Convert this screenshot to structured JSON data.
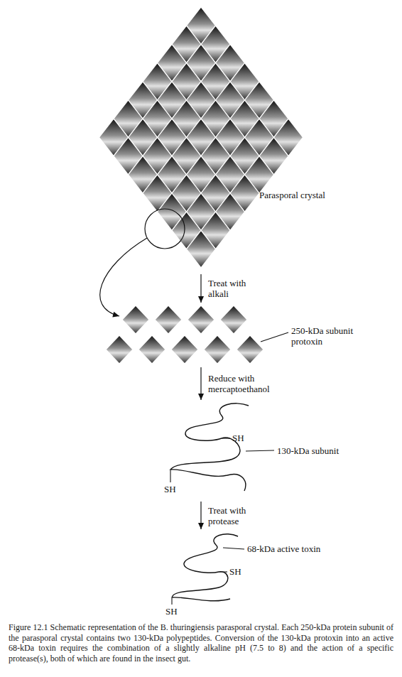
{
  "diagram": {
    "caption": "Figure 12.1 Schematic representation of the B. thuringiensis parasporal crystal. Each 250-kDa protein subunit of the parasporal crystal contains two 130-kDa polypeptides. Conversion of the 130-kDa protoxin into an active 68-kDa toxin requires the combination of a slightly alkaline pH (7.5 to 8) and the action of a specific protease(s), both of which are found in the insect gut.",
    "nodes": [
      {
        "text": [
          "Parasporal crystal"
        ]
      },
      {
        "text": [
          "250-kDa subunit protoxin"
        ]
      },
      {
        "text": [
          "SH",
          "130-kDa subunit",
          "SH"
        ]
      },
      {
        "text": [
          "68-kDa active toxin",
          "SH",
          "SH"
        ]
      }
    ],
    "edges": [
      {
        "from": 0,
        "to": 1,
        "arrow": "to"
      },
      {
        "from": 0,
        "to": 1,
        "arrow": "to",
        "label": "Treat with alkali"
      },
      {
        "from": 1,
        "to": 2,
        "arrow": "to",
        "label": "Reduce with mercaptoethanol"
      },
      {
        "from": 2,
        "to": 3,
        "arrow": "to",
        "label": "Treat with protease"
      }
    ]
  }
}
